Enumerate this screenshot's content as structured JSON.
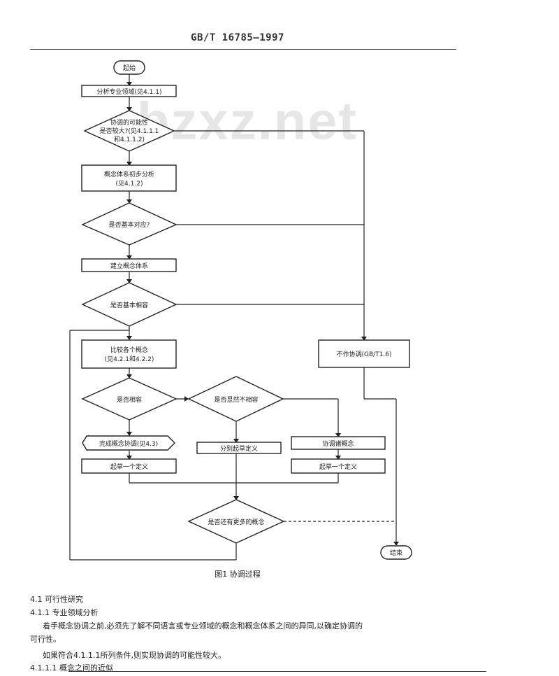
{
  "header": {
    "doc_code": "GB/T 16785—1997"
  },
  "watermark": "bzxz.net",
  "flow": {
    "start": "起始",
    "step1": "分析专业领域(见4.1.1)",
    "d1": [
      "协调的可能性",
      "是否较大?(见4.1.1.1",
      "和4.1.1.2)"
    ],
    "step2": [
      "概念体系初步分析",
      "(见4.1.2)"
    ],
    "d2": "是否基本对应?",
    "step3": "建立概念体系",
    "d3": "是否基本相容",
    "step4": [
      "比较各个概念",
      "(见4.2.1和4.2.2)"
    ],
    "d4": "是否相容",
    "d5": "是否显然不相容",
    "step5": "完成概念协调(见4.3)",
    "step6": "分别起草定义",
    "step7": "协调诸概念",
    "step8": "起草一个定义",
    "step9": "起草一个定义",
    "d6": "是否还有更多的概念",
    "no_coord": "不作协调(GB/T1.6)",
    "end": "结束"
  },
  "caption": "图1  协调过程",
  "body": {
    "h41": "4.1  可行性研究",
    "h411": "4.1.1  专业领域分析",
    "p1a": "着手概念协调之前,必须先了解不同语言或专业领域的概念和概念体系之间的异同,以确定协调的",
    "p1b": "可行性。",
    "p2": "如果符合4.1.1.1所列条件,则实现协调的可能性较大。",
    "h4111": "4.1.1.1  概念之间的近似"
  }
}
